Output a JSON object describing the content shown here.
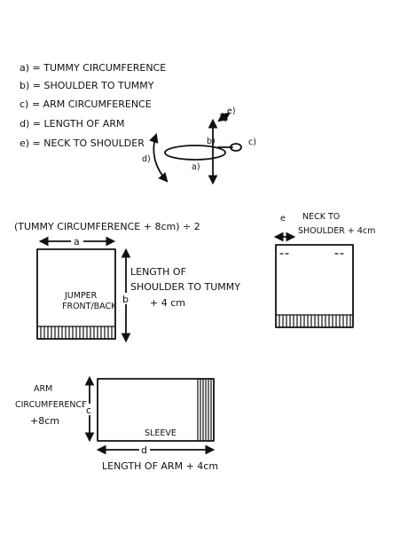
{
  "legend": [
    "a) = TUMMY CIRCUMFERENCE",
    "b) = SHOULDER TO TUMMY",
    "c) = ARM CIRCUMFERENCE",
    "d) = LENGTH OF ARM",
    "e) = NECK TO SHOULDER"
  ],
  "figure": {
    "labels": {
      "a": "a)",
      "b": "b)",
      "c": "c)",
      "d": "d)",
      "e": "e)"
    }
  },
  "front_back": {
    "formula": "(TUMMY CIRCUMFERENCE + 8cm) ÷ 2",
    "dim_a": "a",
    "dim_b": "b",
    "length_note": [
      "LENGTH OF",
      "SHOULDER TO TUMMY",
      "+ 4 cm"
    ],
    "panel_label": [
      "JUMPER",
      "FRONT/BACK"
    ]
  },
  "neck": {
    "dim_e": "e",
    "note": [
      "NECK TO",
      "SHOULDER + 4cm"
    ]
  },
  "sleeve": {
    "arm_note": [
      "ARM",
      "CIRCUMFERENCE",
      "+8cm"
    ],
    "dim_c": "c",
    "dim_d": "d",
    "panel_label": "SLEEVE",
    "length_note": "LENGTH OF ARM + 4cm"
  }
}
